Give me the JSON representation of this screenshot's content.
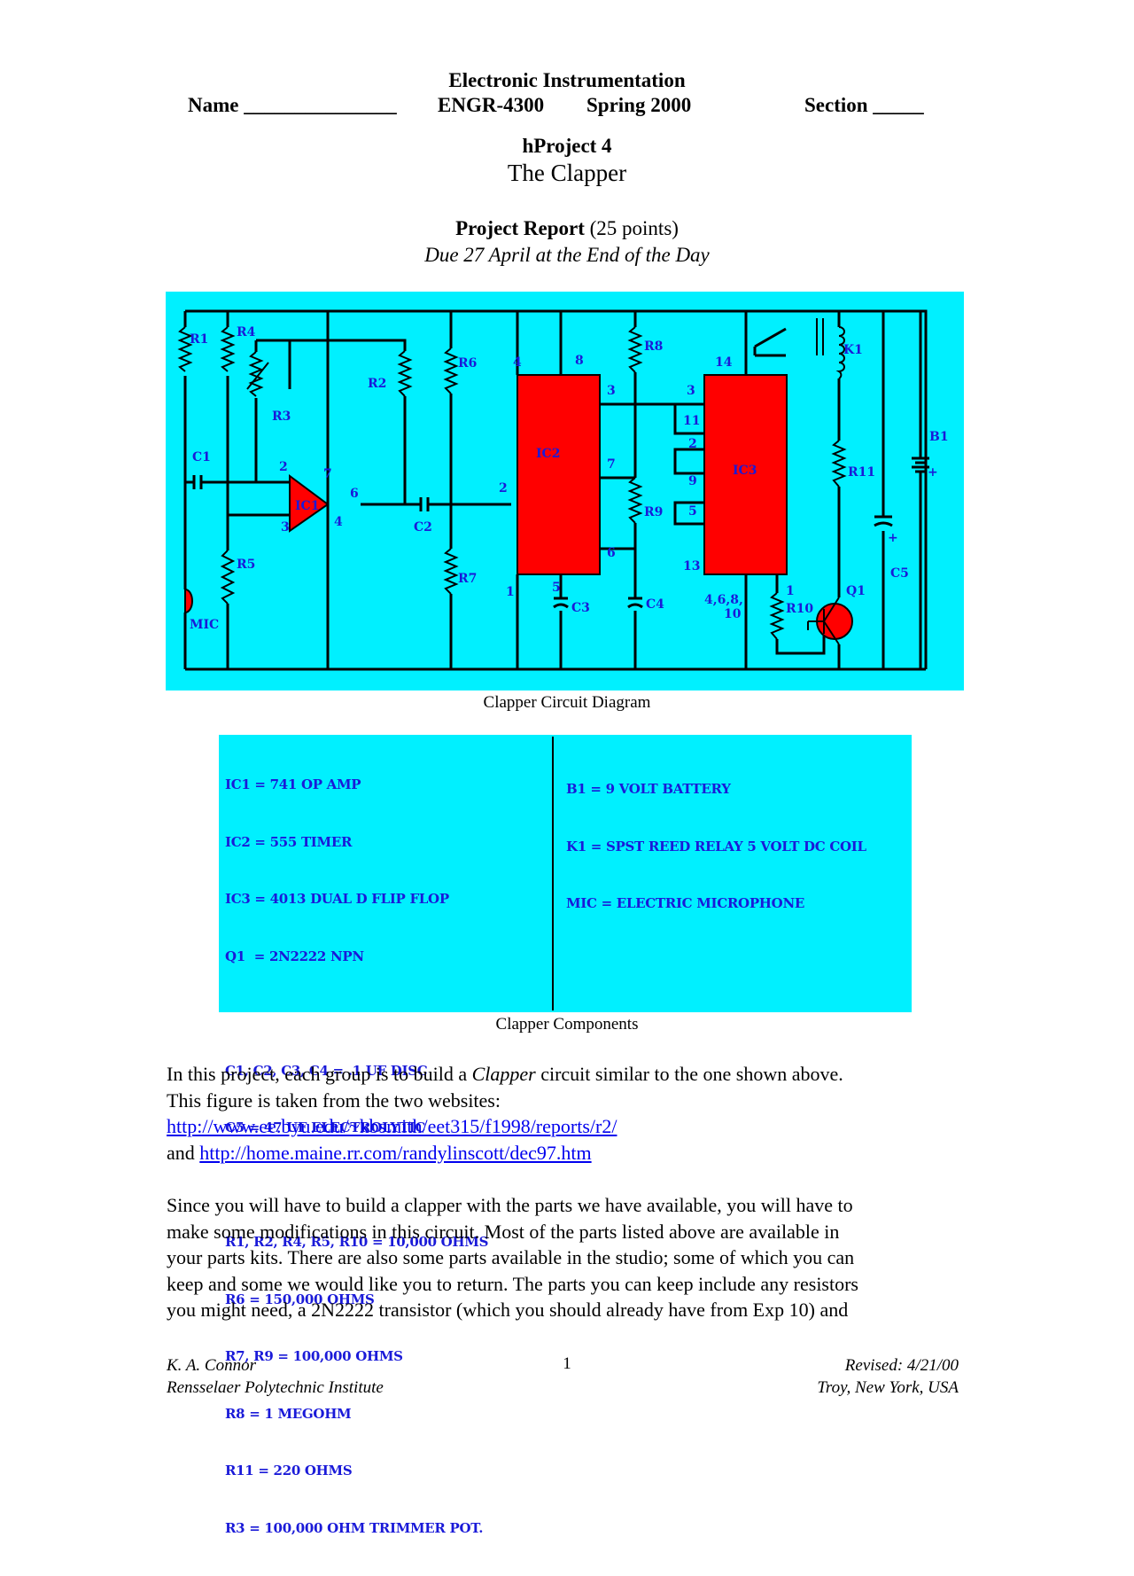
{
  "header": {
    "course_title": "Electronic Instrumentation",
    "name_label": "Name _______________",
    "course_code": "ENGR-4300",
    "term": "Spring 2000",
    "section_label": "Section _____"
  },
  "project": {
    "number": "hProject 4",
    "title": "The Clapper",
    "report_bold": "Project Report",
    "report_points": " (25 points)",
    "due": "Due 27 April at the End of the Day"
  },
  "circuit": {
    "caption": "Clapper Circuit Diagram",
    "labels": {
      "R1": "R1",
      "R2": "R2",
      "R3": "R3",
      "R4": "R4",
      "R5": "R5",
      "R6": "R6",
      "R7": "R7",
      "R8": "R8",
      "R9": "R9",
      "R10": "R10",
      "R11": "R11",
      "C1": "C1",
      "C2": "C2",
      "C3": "C3",
      "C4": "C4",
      "C5": "C5",
      "IC1": "IC1",
      "IC2": "IC2",
      "IC3": "IC3",
      "K1": "K1",
      "B1": "B1",
      "Q1": "Q1",
      "MIC": "MIC",
      "pin2": "2",
      "pin3": "3",
      "pin4": "4",
      "pin6": "6",
      "pin7": "7",
      "ic2_4": "4",
      "ic2_8": "8",
      "ic2_3": "3",
      "ic2_7": "7",
      "ic2_2": "2",
      "ic2_6": "6",
      "ic2_1": "1",
      "ic2_5": "5",
      "ic3_14": "14",
      "ic3_3": "3",
      "ic3_11": "11",
      "ic3_2": "2",
      "ic3_9": "9",
      "ic3_5": "5",
      "ic3_13": "13",
      "ic3_gnd": "4,6,8,",
      "ic3_gnd2": "10",
      "ic3_1": "1",
      "plus": "+"
    }
  },
  "components": {
    "caption": "Clapper Components",
    "left": [
      "IC1 = 741 OP AMP",
      "IC2 = 555 TIMER",
      "IC3 = 4013 DUAL D FLIP FLOP",
      "Q1  = 2N2222 NPN",
      "",
      "C1, C2, C3, C4 = .1 UF DISC",
      "C5 = 47 UF ELECTROLYTIC",
      "",
      "R1, R2, R4, R5, R10 = 10,000 OHMS",
      "R6 = 150,000 OHMS",
      "R7, R9 = 100,000 OHMS",
      "R8 = 1 MEGOHM",
      "R11 = 220 OHMS",
      "R3 = 100,000 OHM TRIMMER POT."
    ],
    "right": [
      "B1 = 9 VOLT BATTERY",
      "K1 = SPST REED RELAY 5 VOLT DC COIL",
      "MIC = ELECTRIC MICROPHONE"
    ]
  },
  "body": {
    "p1_a": "In this project, each group is to build a ",
    "p1_em": "Clapper",
    "p1_b": " circuit similar to the one shown above.",
    "p1_c": "This figure is taken from the two websites:",
    "link1": "http://www.ee.byu.edu/~kbsmith/eet315/f1998/reports/r2/",
    "and": "and ",
    "link2": "http://home.maine.rr.com/randylinscott/dec97.htm",
    "p2": [
      "Since you will have to build a clapper with the parts we have available, you will have to",
      "make some modifications in this circuit.  Most of the parts listed above are available in",
      "your parts kits.  There are also some parts available in the studio; some of which you can",
      "keep and some we would like you to return.  The parts you can keep include any resistors",
      "you might need, a 2N2222 transistor (which you should already have from Exp 10) and"
    ]
  },
  "footer": {
    "author": "K. A. Connor",
    "institution": "Rensselaer Polytechnic Institute",
    "page": "1",
    "revised": "Revised: 4/21/00",
    "location": "Troy, New York, USA"
  },
  "colors": {
    "diagram_bg": "#00f0ff",
    "ic_fill": "#ff0000",
    "label_blue": "#1a1ad8"
  }
}
